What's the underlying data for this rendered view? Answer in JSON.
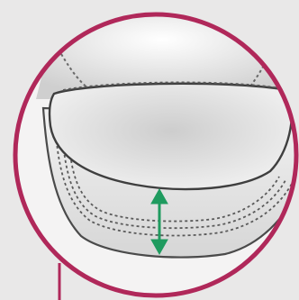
{
  "image": {
    "subject": "cap-brim-illustration",
    "icons": [
      "magnifier-circle",
      "double-headed-arrow"
    ]
  },
  "colors": {
    "background": "#e9e8e8",
    "circle_outline": "#b0285a",
    "cap_fill": "#e7e6e6",
    "cap_outline": "#4a4a4a",
    "stitch": "#5a5a5a",
    "arrow": "#1f9b5f"
  }
}
